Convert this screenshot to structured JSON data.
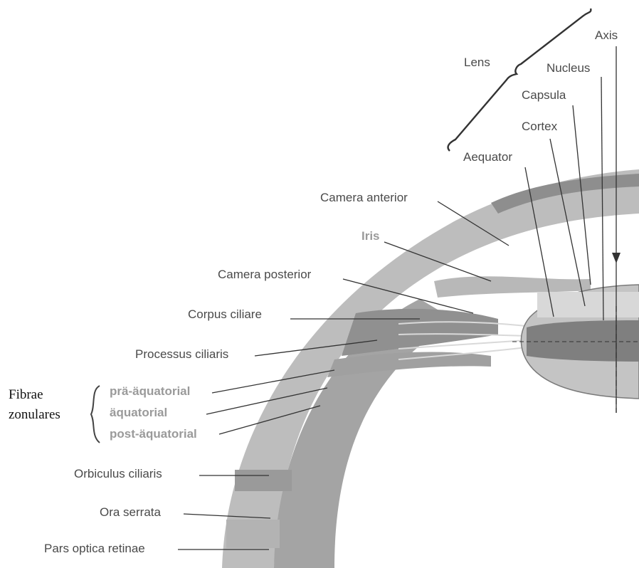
{
  "labels": {
    "axis": "Axis",
    "lens": "Lens",
    "nucleus": "Nucleus",
    "capsula": "Capsula",
    "cortex": "Cortex",
    "aequator": "Aequator",
    "camera_anterior": "Camera anterior",
    "iris": "Iris",
    "camera_posterior": "Camera posterior",
    "corpus_ciliare": "Corpus ciliare",
    "processus_ciliaris": "Processus ciliaris",
    "fibrae_line1": "Fibrae",
    "fibrae_line2": "zonulares",
    "prae_aequatorial": "prä-äquatorial",
    "aequatorial": "äquatorial",
    "post_aequatorial": "post-äquatorial",
    "orbiculus_ciliaris": "Orbiculus ciliaris",
    "ora_serrata": "Ora serrata",
    "pars_optica_retinae": "Pars optica retinae"
  },
  "colors": {
    "tissue_light": "#c8c8c8",
    "tissue_mid": "#a9a9a9",
    "tissue_dark": "#8a8a8a",
    "label_text": "#4a4a4a",
    "label_grey": "#9a9a9a",
    "leader_line": "#333333"
  }
}
